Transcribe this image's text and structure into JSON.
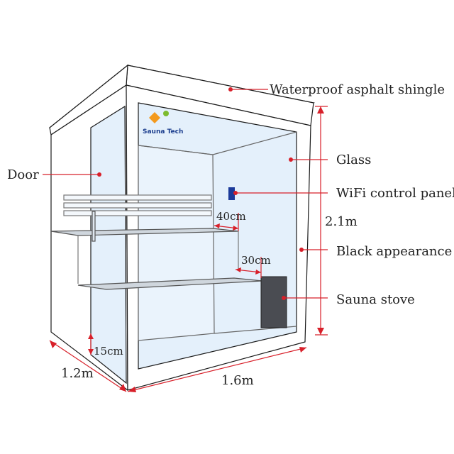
{
  "brand": {
    "name": "Sauna Tech"
  },
  "labels": {
    "roof": "Waterproof asphalt shingle",
    "door": "Door",
    "glass": "Glass",
    "wifi": "WiFi control panel",
    "appearance": "Black appearance",
    "stove": "Sauna stove"
  },
  "dimensions": {
    "height": "2.1m",
    "width": "1.6m",
    "depth": "1.2m",
    "bench_upper": "40cm",
    "bench_lower": "30cm",
    "floor_gap": "15cm"
  },
  "colors": {
    "outline": "#1a1a1a",
    "glass": "#e4f0fb",
    "annotation": "#d8202a",
    "wifi_panel": "#1b3a9a",
    "stove": "#4a4c52",
    "logo_orange": "#f39a1e",
    "logo_green": "#7dbb2e"
  }
}
